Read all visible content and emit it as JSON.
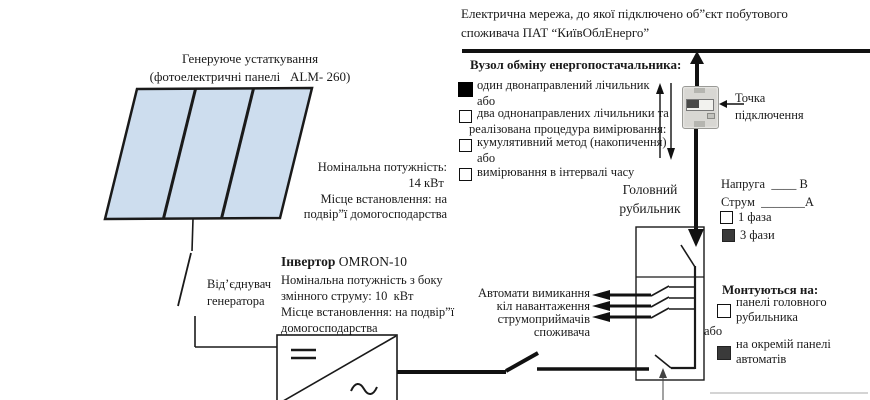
{
  "colors": {
    "panel_fill": "#cdddee",
    "line": "#1a1a1a",
    "checkbox_filled_black": "#000000",
    "checkbox_filled_dark": "#3a3a3a",
    "meter_body": "#d8d7d3",
    "bottom_rule_gray": "#aaaaaa"
  },
  "network": {
    "label": "Електрична мережа, до якої підключено об”єкт побутового\nспоживача ПАТ “КиївОблЕнерго”"
  },
  "generator": {
    "title": "Генеруюче устаткування\n(фотоелектричні панелі   ALM- 260)",
    "specs": "Номінальна потужність:\n14 кВт \nМісце встановлення: на\nподвір”ї домогосподарства"
  },
  "disconnector": {
    "label": "Від’єднувач\nгенератора"
  },
  "inverter": {
    "name_bold": "Інвертор",
    "name_rest": " OMRON-10",
    "specs": "Номінальна потужність з боку\nзмінного струму: 10  кВт\nМісце встановлення: на подвір”ї\nдомогосподарства"
  },
  "exchange_node": {
    "title": "Вузол обміну енергопостачальника:",
    "items": [
      {
        "label": "один двонаправлений лічильник\nабо",
        "checked": true
      },
      {
        "label": "два однонаправлених лічильники та",
        "label2": "реалізована процедура вимірювання:",
        "checked": false
      },
      {
        "label": "кумулятивний метод (накопичення)\nабо",
        "checked": false
      },
      {
        "label": "вимірювання в інтервалі часу",
        "checked": false
      }
    ]
  },
  "connection_point": {
    "label": "Точка\nпідключення"
  },
  "main_switch": {
    "label": "Головний\nрубильник"
  },
  "params": {
    "voltage": "Напруга  ____ В",
    "current": "Струм  _______А",
    "phase1": "1 фаза",
    "phase1_checked": false,
    "phase3": "3 фази",
    "phase3_checked": true
  },
  "mount": {
    "title": "Монтуються на:",
    "option1": "панелі головного\nрубильника",
    "option1_checked": false,
    "or_label": "або",
    "option2": "на окремій панелі\nавтоматів",
    "option2_checked": true
  },
  "loads": {
    "label": "Автомати вимикання\nкіл навантаження\nструмоприймачів\nспоживача"
  }
}
